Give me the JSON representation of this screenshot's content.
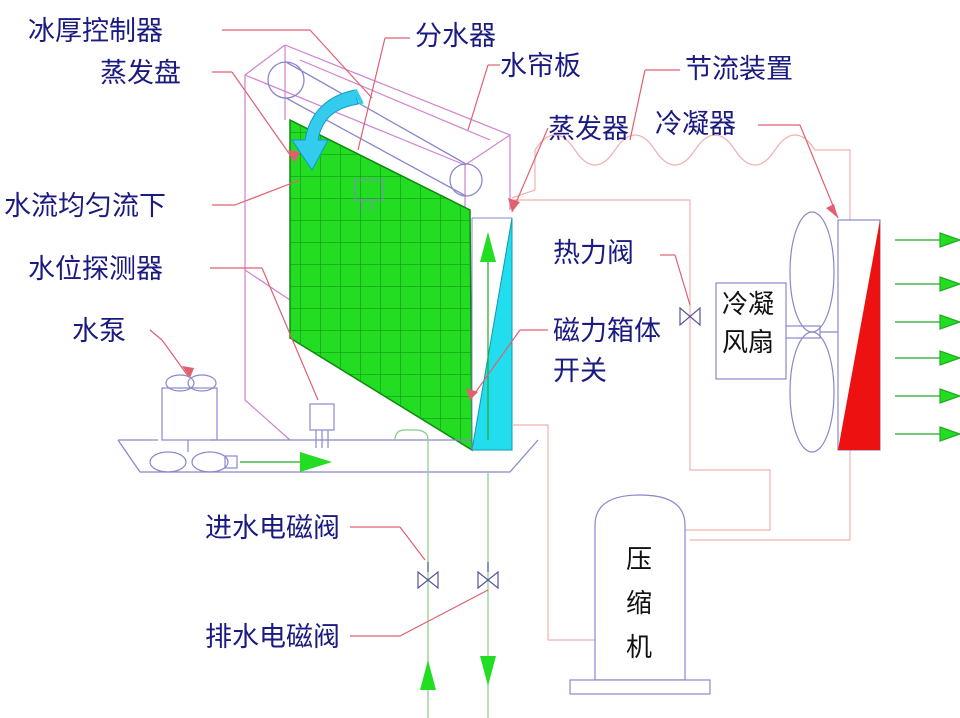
{
  "labels": {
    "ice_thickness_controller": "冰厚控制器",
    "water_distributor": "分水器",
    "evaporator_pan": "蒸发盘",
    "water_curtain_plate": "水帘板",
    "throttle_device": "节流装置",
    "evaporator": "蒸发器",
    "condenser": "冷凝器",
    "water_flows_evenly": "水流均匀流下",
    "thermal_valve": "热力阀",
    "water_level_detector": "水位探测器",
    "condenser_fan_line1": "冷凝",
    "condenser_fan_line2": "风扇",
    "magnetic_box_switch_line1": "磁力箱体",
    "magnetic_box_switch_line2": "开关",
    "water_pump": "水泵",
    "inlet_solenoid_valve": "进水电磁阀",
    "drain_solenoid_valve": "排水电磁阀",
    "compressor_line1": "压",
    "compressor_line2": "缩",
    "compressor_line3": "机"
  },
  "colors": {
    "label_text": "#1a1a80",
    "leader_line": "#e06070",
    "evaporator_plate": "#22dd22",
    "water_curtain": "#22ddee",
    "refrigerant_line": "#ff4040",
    "condenser_fin": "#ee1111",
    "flow_arrow": "#22dd22",
    "water_flow_arrow": "#33ccee",
    "frame_line": "#d080d0",
    "equipment_outline": "#8888cc"
  }
}
